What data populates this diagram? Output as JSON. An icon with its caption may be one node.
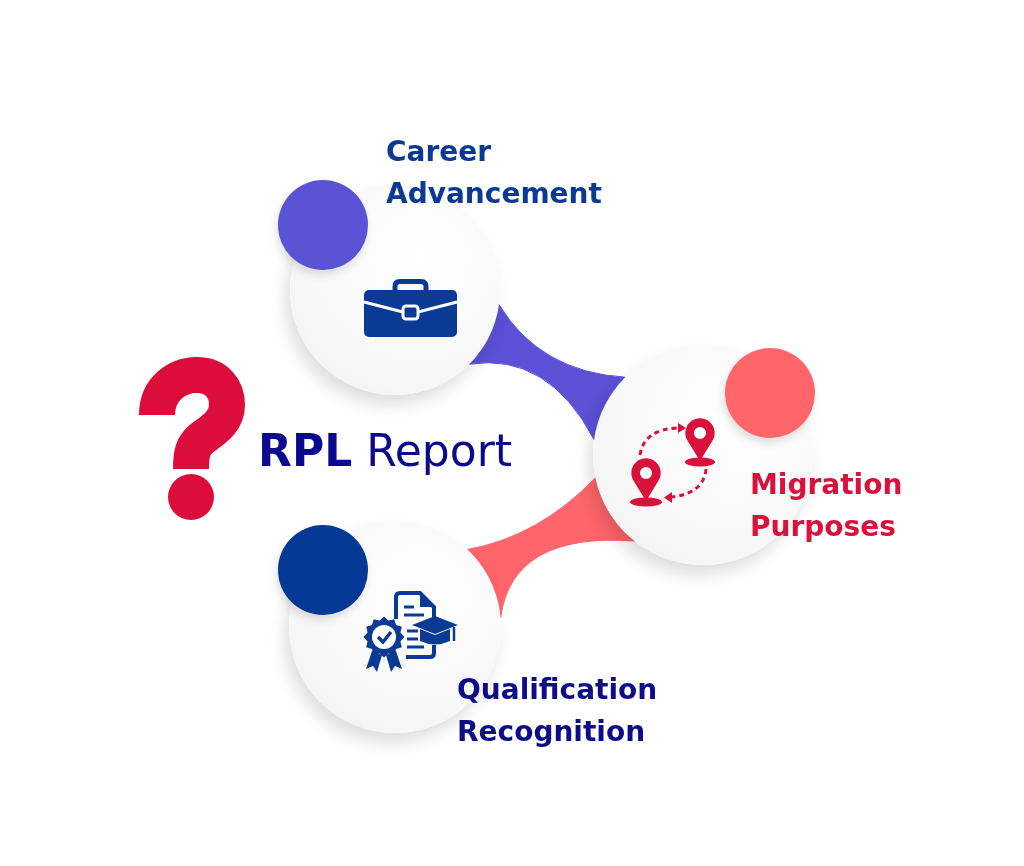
{
  "diagram": {
    "nodes": [
      {
        "text": [
          "Career Advancement"
        ]
      },
      {
        "text": [
          "**RPL** Report"
        ]
      },
      {
        "text": [
          "Migration Purposes"
        ]
      },
      {
        "text": [
          "Qualification Recognition"
        ]
      }
    ],
    "edges": [
      {
        "from": 0,
        "to": 2,
        "arrow": "none",
        "color": "#5b50d6"
      },
      {
        "from": 2,
        "to": 3,
        "arrow": "none",
        "color": "#ff656b"
      }
    ]
  }
}
